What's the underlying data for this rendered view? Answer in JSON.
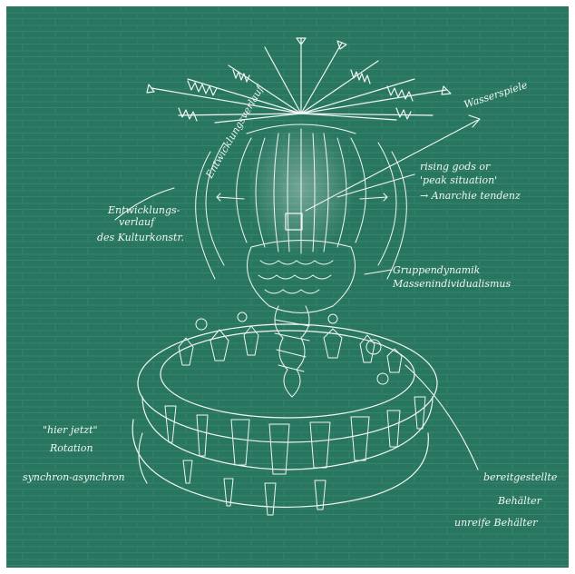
{
  "image": {
    "kind": "chalk drawing on painted brick wall",
    "colors": {
      "wall": "#2a7a64",
      "wall_dark": "#216a56",
      "mortar": "#3c8a74",
      "chalk": "#f2f6f2",
      "frame": "#ffffff"
    }
  },
  "annotations": {
    "top_right": "Wasserspiele",
    "left_vertical": "Entwicklungsverlauf",
    "left_1": "Entwicklungs-",
    "left_2": "verlauf",
    "left_3": "des Kulturkonstr.",
    "right_1": "rising gods or",
    "right_2": "'peak situation'",
    "right_3": "→ Anarchie tendenz",
    "right_4": "Gruppendynamik",
    "right_5": "Massenindividualismus",
    "bottom_left_1": "\"hier jetzt\"",
    "bottom_left_2": "Rotation",
    "bottom_left_3": "synchron-asynchron",
    "bottom_right_1": "bereitgestellte",
    "bottom_right_2": "Behälter",
    "bottom_right_3": "unreife Behälter"
  }
}
